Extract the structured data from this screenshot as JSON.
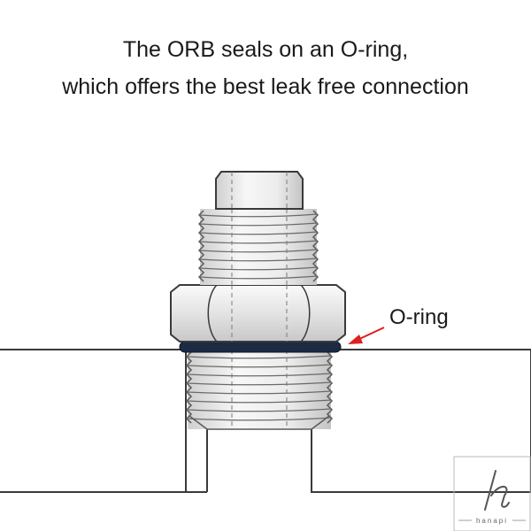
{
  "caption": {
    "line1": "The ORB seals on an O-ring,",
    "line2": "which offers the best leak free connection"
  },
  "callout": {
    "label": "O-ring"
  },
  "watermark": {
    "text": "hanapi"
  },
  "colors": {
    "outline": "#3a3a3a",
    "metal_light": "#f4f4f4",
    "metal_mid": "#c9c9c9",
    "oring": "#1c2a44",
    "arrow": "#e01e1e"
  }
}
